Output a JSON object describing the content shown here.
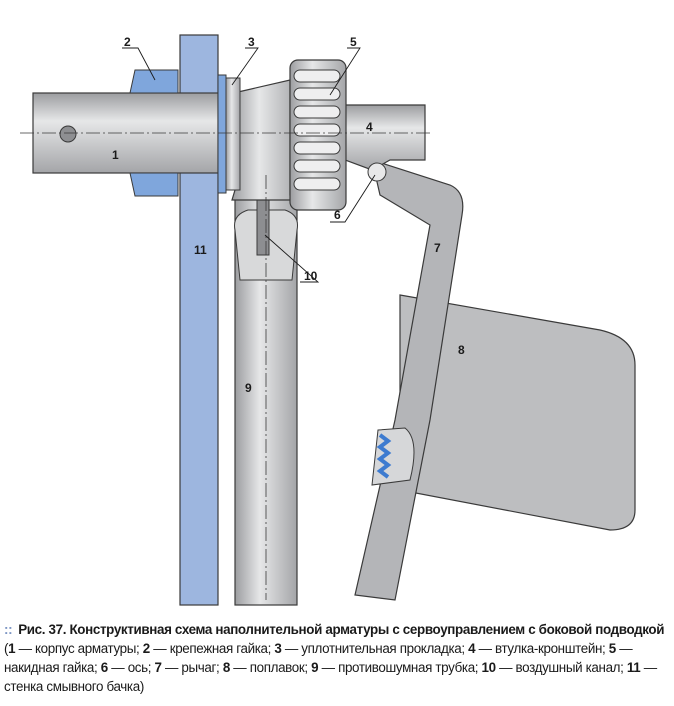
{
  "figure": {
    "labels": {
      "l1": "1",
      "l2": "2",
      "l3": "3",
      "l4": "4",
      "l5": "5",
      "l6": "6",
      "l7": "7",
      "l8": "8",
      "l9": "9",
      "l10": "10",
      "l11": "11"
    },
    "colors": {
      "wall": "#9db6df",
      "nut": "#7fa6dc",
      "metal": "#c9cacc",
      "metal_dark": "#9a9b9e",
      "outline": "#3a3a3a"
    }
  },
  "caption": {
    "marker": "::",
    "title": "Рис. 37.",
    "heading": "Конструктивная схема наполнительной арматуры с сервоуправлением с боковой подводкой",
    "items": [
      {
        "n": "1",
        "t": "корпус арматуры;"
      },
      {
        "n": "2",
        "t": "крепежная гайка;"
      },
      {
        "n": "3",
        "t": "уплотнительная прокладка;"
      },
      {
        "n": "4",
        "t": "втулка-кронштейн;"
      },
      {
        "n": "5",
        "t": "накидная гайка;"
      },
      {
        "n": "6",
        "t": "ось;"
      },
      {
        "n": "7",
        "t": "рычаг;"
      },
      {
        "n": "8",
        "t": "поплавок;"
      },
      {
        "n": "9",
        "t": "противошумная трубка;"
      },
      {
        "n": "10",
        "t": "воздушный канал;"
      },
      {
        "n": "11",
        "t": "стенка смывного бачка)"
      }
    ]
  }
}
